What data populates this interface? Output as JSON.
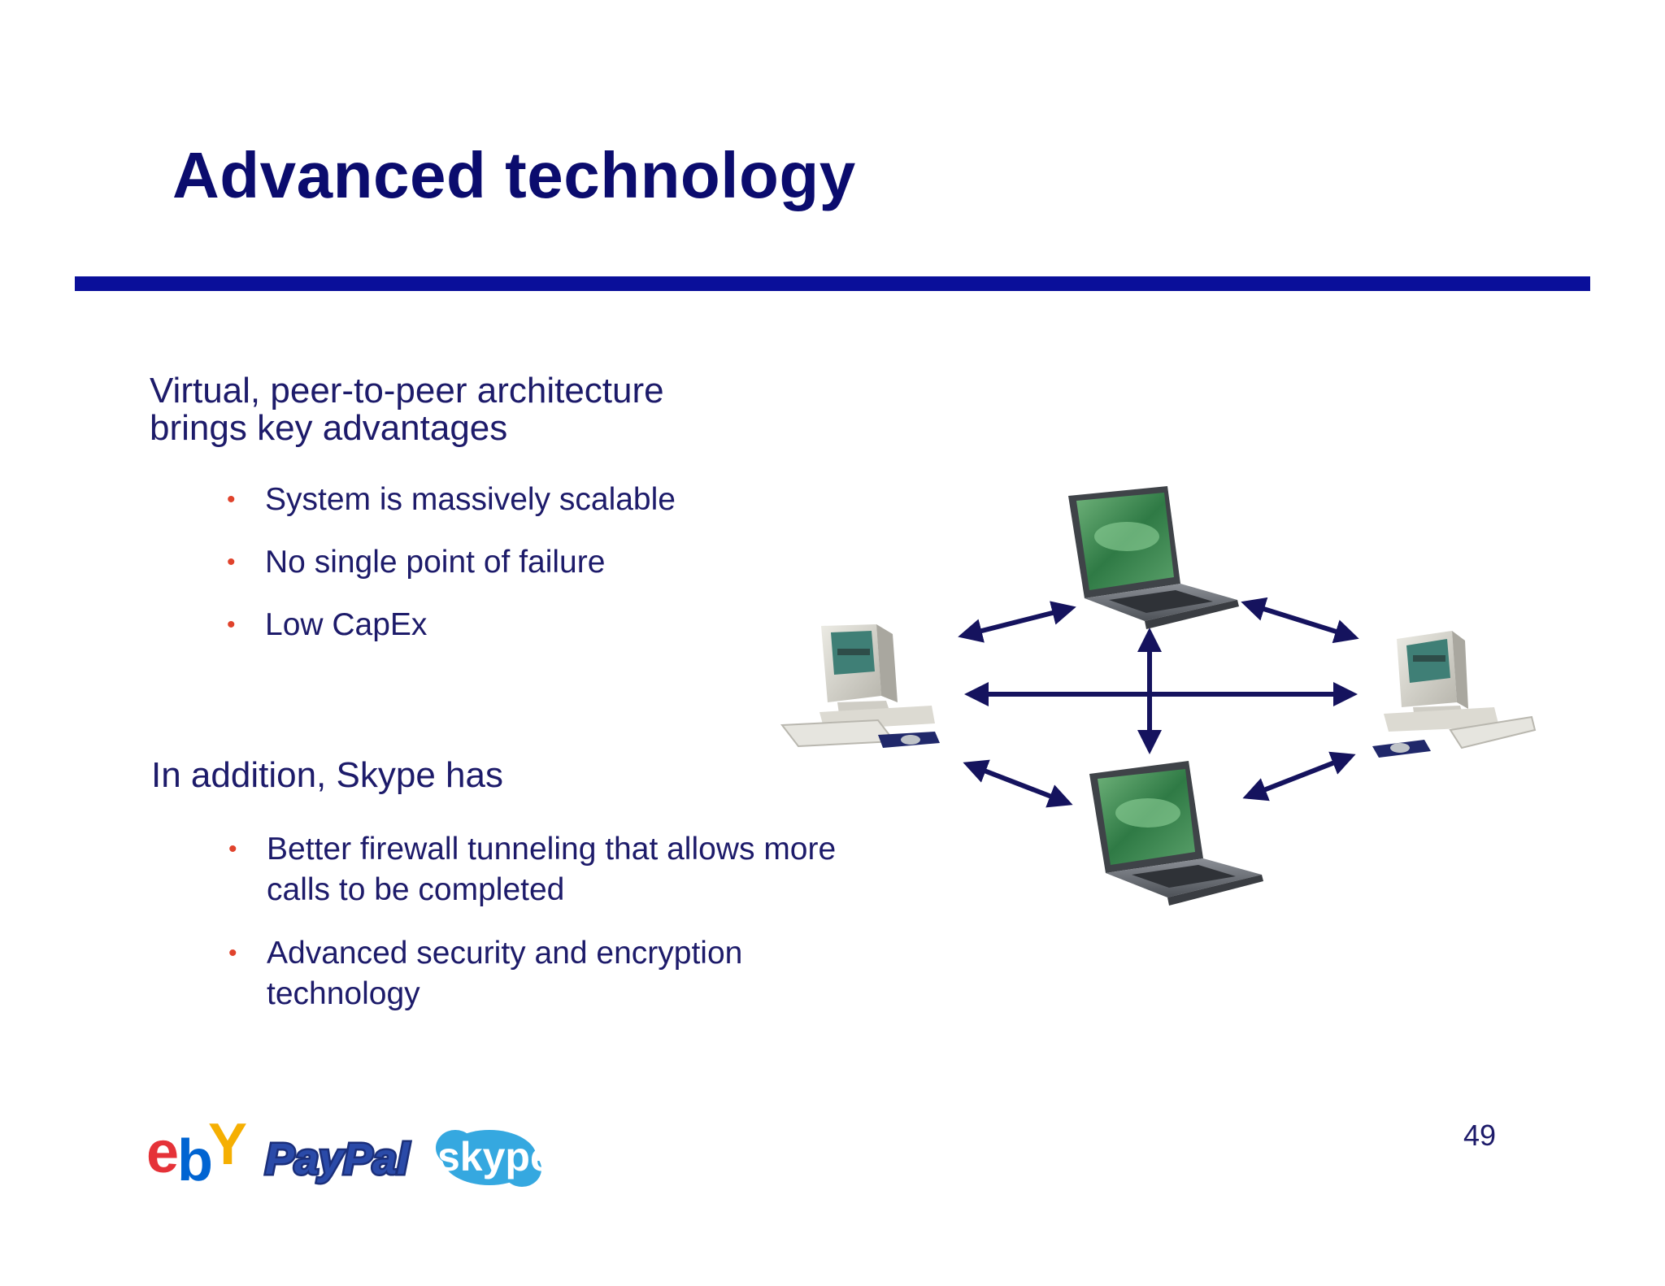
{
  "slide": {
    "title": "Advanced technology",
    "page_number": "49"
  },
  "section1": {
    "lead": "Virtual, peer-to-peer architecture brings key advantages",
    "bullets": [
      "System is massively scalable",
      "No single point of failure",
      "Low CapEx"
    ]
  },
  "section2": {
    "lead": "In addition, Skype has",
    "bullets": [
      "Better firewall tunneling that allows more calls to be completed",
      "Advanced security and encryption technology"
    ]
  },
  "logos": {
    "ebay": "ebY",
    "paypal": "PayPal",
    "skype": "skype"
  },
  "colors": {
    "title": "#0b0c6e",
    "rule": "#0a0f9a",
    "bullet": "#e0432c",
    "arrow": "#15135e"
  }
}
